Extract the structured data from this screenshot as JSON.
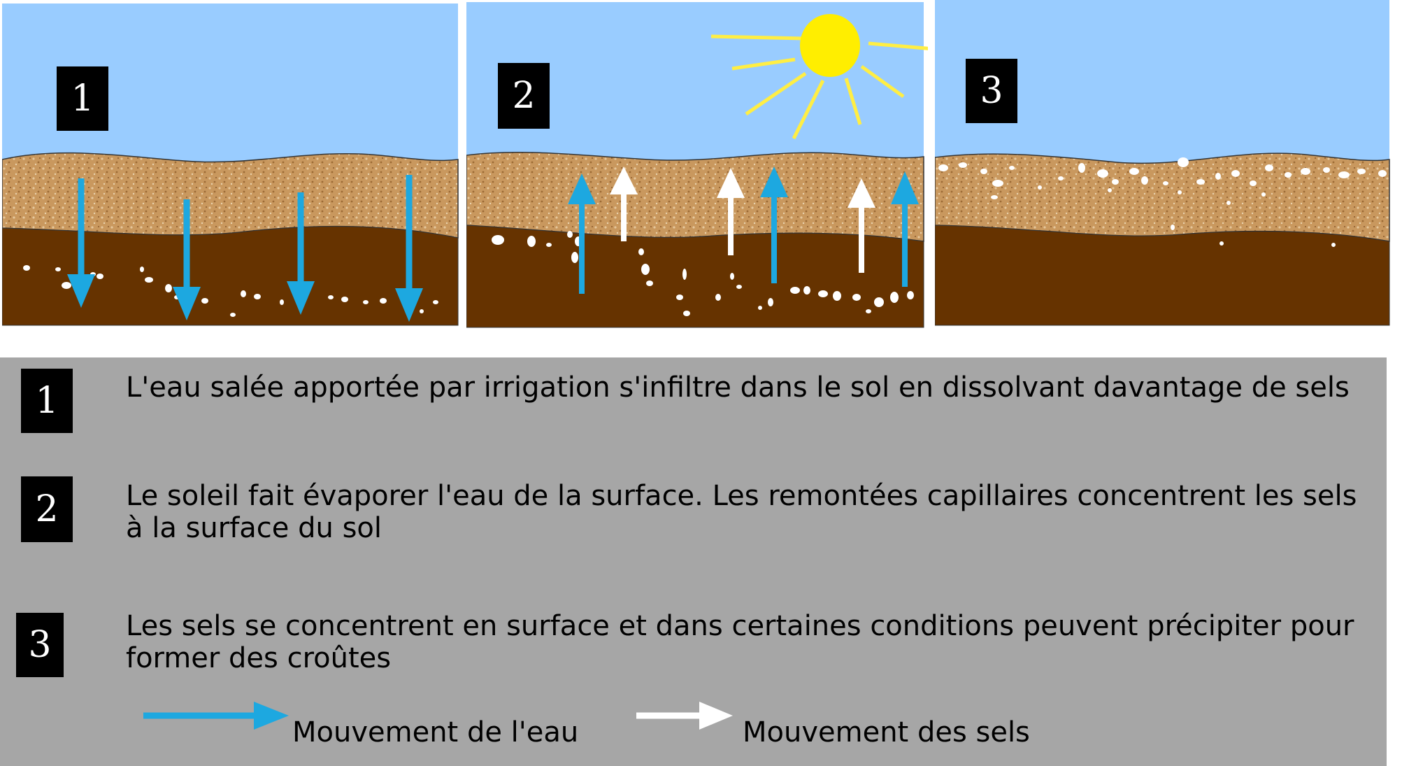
{
  "panels": [
    {
      "number": "1",
      "water_arrows": "down",
      "salt_arrows": "none"
    },
    {
      "number": "2",
      "water_arrows": "up",
      "salt_arrows": "up",
      "sun": true
    },
    {
      "number": "3",
      "water_arrows": "none",
      "salt_arrows": "none",
      "salt_crust": true
    }
  ],
  "steps": [
    {
      "number": "1",
      "text": "L'eau salée apportée par irrigation s'infiltre dans le sol en dissolvant davantage de sels"
    },
    {
      "number": "2",
      "text": "Le soleil fait évaporer l'eau de la surface. Les remontées capillaires concentrent les sels à la surface du sol"
    },
    {
      "number": "3",
      "text": "Les sels se concentrent en surface et dans certaines conditions peuvent précipiter pour former des croûtes"
    }
  ],
  "legend": {
    "water_label": "Mouvement de l'eau",
    "salt_label": "Mouvement des sels"
  },
  "colors": {
    "sky": "#99ccff",
    "topsoil": "#c9985e",
    "subsoil": "#663300",
    "water_arrow": "#1da8e0",
    "salt_arrow": "#ffffff",
    "sun": "#ffee00",
    "legend_bg": "#a6a6a6"
  }
}
